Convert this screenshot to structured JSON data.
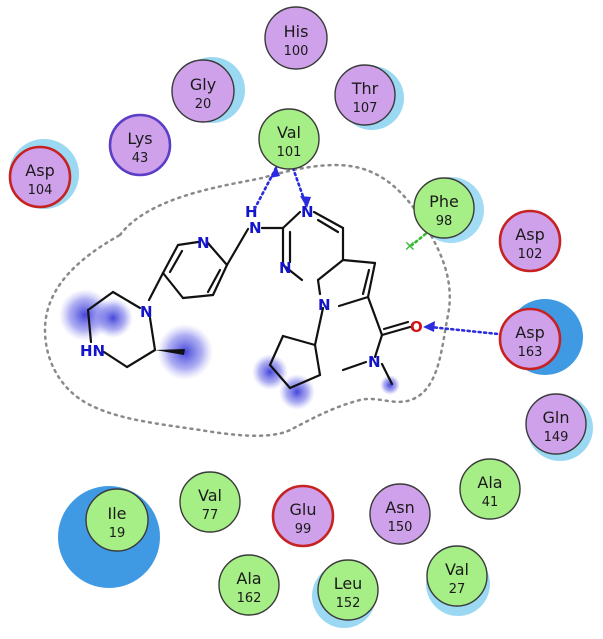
{
  "colors": {
    "green_fill": "#a6ee86",
    "purple_fill": "#cfa1ea",
    "green_ring": "#3a3a3a",
    "purple_ring": "#5a3ec6",
    "red_ring": "#c62222",
    "halo": "#89d2f1",
    "halo_dark": "#2a8fe0",
    "hbond": "#2b2be0",
    "pi": "#33bb33",
    "bond": "#111111",
    "hetero_n": "#1414c8",
    "hetero_o": "#d21414",
    "blob": "#3b3bd8"
  },
  "residues": [
    {
      "name": "His",
      "num": "100",
      "kind": "polar"
    },
    {
      "name": "Gly",
      "num": "20",
      "kind": "polar"
    },
    {
      "name": "Thr",
      "num": "107",
      "kind": "polar"
    },
    {
      "name": "Lys",
      "num": "43",
      "kind": "basic"
    },
    {
      "name": "Val",
      "num": "101",
      "kind": "hydrophobic"
    },
    {
      "name": "Asp",
      "num": "104",
      "kind": "acidic"
    },
    {
      "name": "Phe",
      "num": "98",
      "kind": "hydrophobic"
    },
    {
      "name": "Asp",
      "num": "102",
      "kind": "acidic"
    },
    {
      "name": "Asp",
      "num": "163",
      "kind": "acidic"
    },
    {
      "name": "Gln",
      "num": "149",
      "kind": "polar"
    },
    {
      "name": "Ala",
      "num": "41",
      "kind": "hydrophobic"
    },
    {
      "name": "Ile",
      "num": "19",
      "kind": "hydrophobic"
    },
    {
      "name": "Val",
      "num": "77",
      "kind": "hydrophobic"
    },
    {
      "name": "Glu",
      "num": "99",
      "kind": "acidic"
    },
    {
      "name": "Asn",
      "num": "150",
      "kind": "polar"
    },
    {
      "name": "Ala",
      "num": "162",
      "kind": "hydrophobic"
    },
    {
      "name": "Leu",
      "num": "152",
      "kind": "hydrophobic"
    },
    {
      "name": "Val",
      "num": "27",
      "kind": "hydrophobic"
    }
  ],
  "atoms": {
    "nh_hinge": "N",
    "h_hinge": "H",
    "n_pyridine": "N",
    "n_pip": "N",
    "nh_pip": "HN",
    "n_pyr1": "N",
    "n_pyr3": "N",
    "n_pyr5": "N",
    "o_amide": "O",
    "n_amide": "N"
  }
}
